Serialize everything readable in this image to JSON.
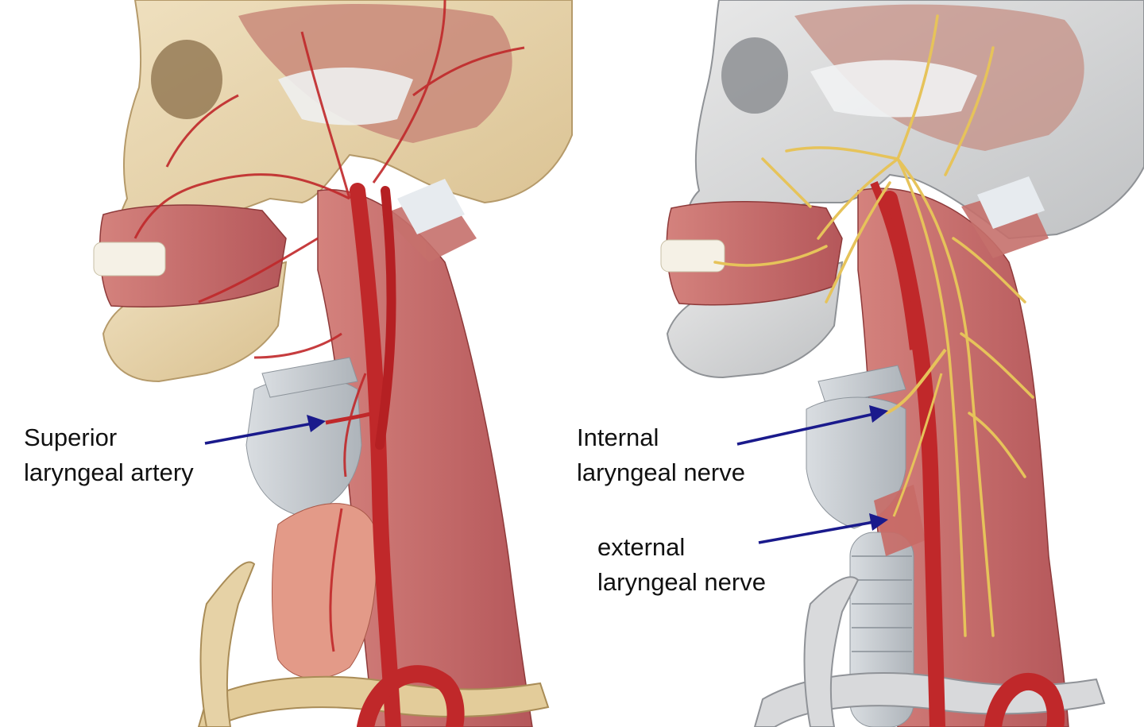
{
  "labels": {
    "superior_laryngeal_artery": [
      "Superior",
      "laryngeal artery"
    ],
    "internal_laryngeal_nerve": [
      "Internal",
      "laryngeal nerve"
    ],
    "external_laryngeal_nerve": [
      "external",
      "laryngeal nerve"
    ]
  },
  "colors": {
    "background": "#ffffff",
    "arrow": "#1a1a8c",
    "bone_left": "#e6d2aa",
    "bone_right": "#d8d8d8",
    "muscle": "#c8676a",
    "artery": "#c0282a",
    "nerve": "#e6c35a",
    "cartilage": "#c9ced3",
    "thyroid_gland": "#e08a7a",
    "trachea": "#b6bcc3"
  },
  "icons": {
    "left_panel": "head-neck-arterial-supply-illustration",
    "right_panel": "head-neck-nerve-supply-illustration",
    "pointer": "arrow-icon"
  }
}
